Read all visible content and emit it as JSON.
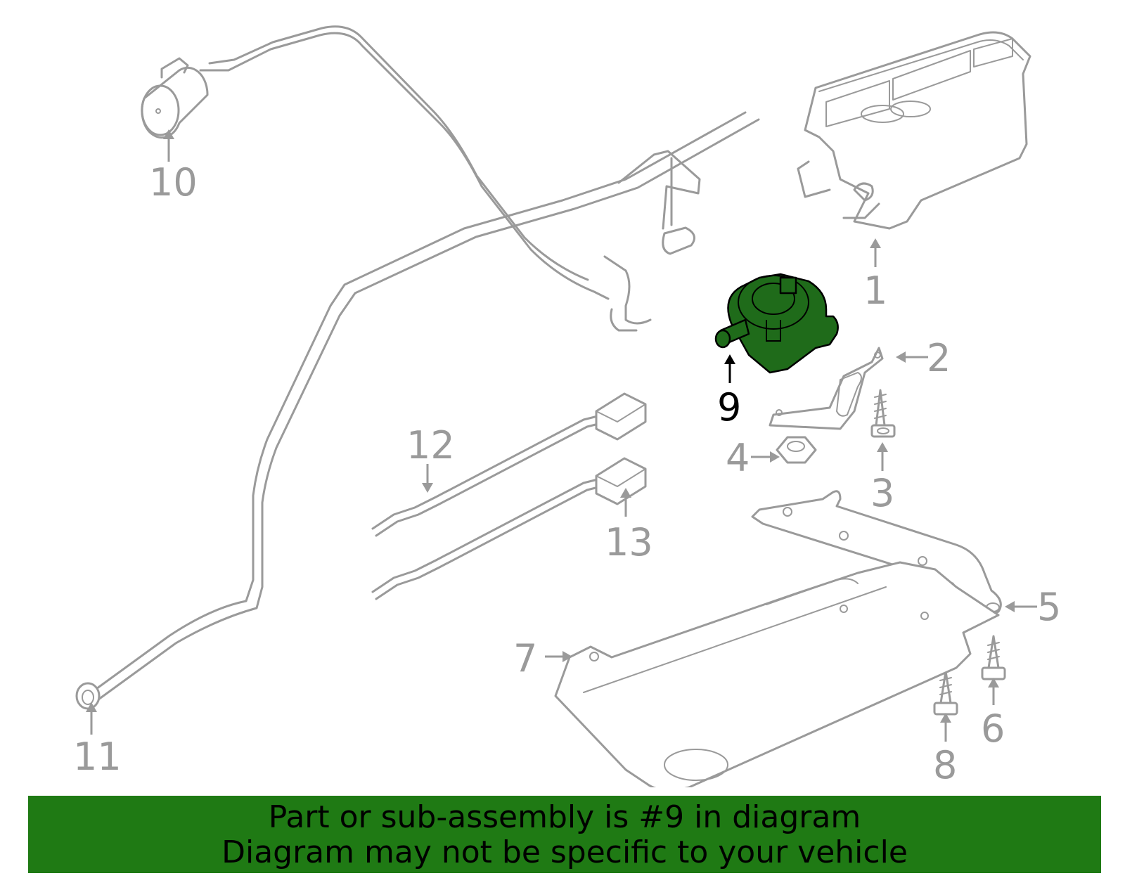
{
  "callouts": [
    {
      "id": "1",
      "label": "1"
    },
    {
      "id": "2",
      "label": "2"
    },
    {
      "id": "3",
      "label": "3"
    },
    {
      "id": "4",
      "label": "4"
    },
    {
      "id": "5",
      "label": "5"
    },
    {
      "id": "6",
      "label": "6"
    },
    {
      "id": "7",
      "label": "7"
    },
    {
      "id": "8",
      "label": "8"
    },
    {
      "id": "9",
      "label": "9"
    },
    {
      "id": "10",
      "label": "10"
    },
    {
      "id": "11",
      "label": "11"
    },
    {
      "id": "12",
      "label": "12"
    },
    {
      "id": "13",
      "label": "13"
    }
  ],
  "highlighted_part": "9",
  "colors": {
    "line": "#9a9a9a",
    "highlight_fill": "#1f6b1a",
    "banner": "#1f7a14"
  },
  "banner": {
    "line1": "Part or sub-assembly is #9 in diagram",
    "line2": "Diagram may not be specific to your vehicle"
  }
}
